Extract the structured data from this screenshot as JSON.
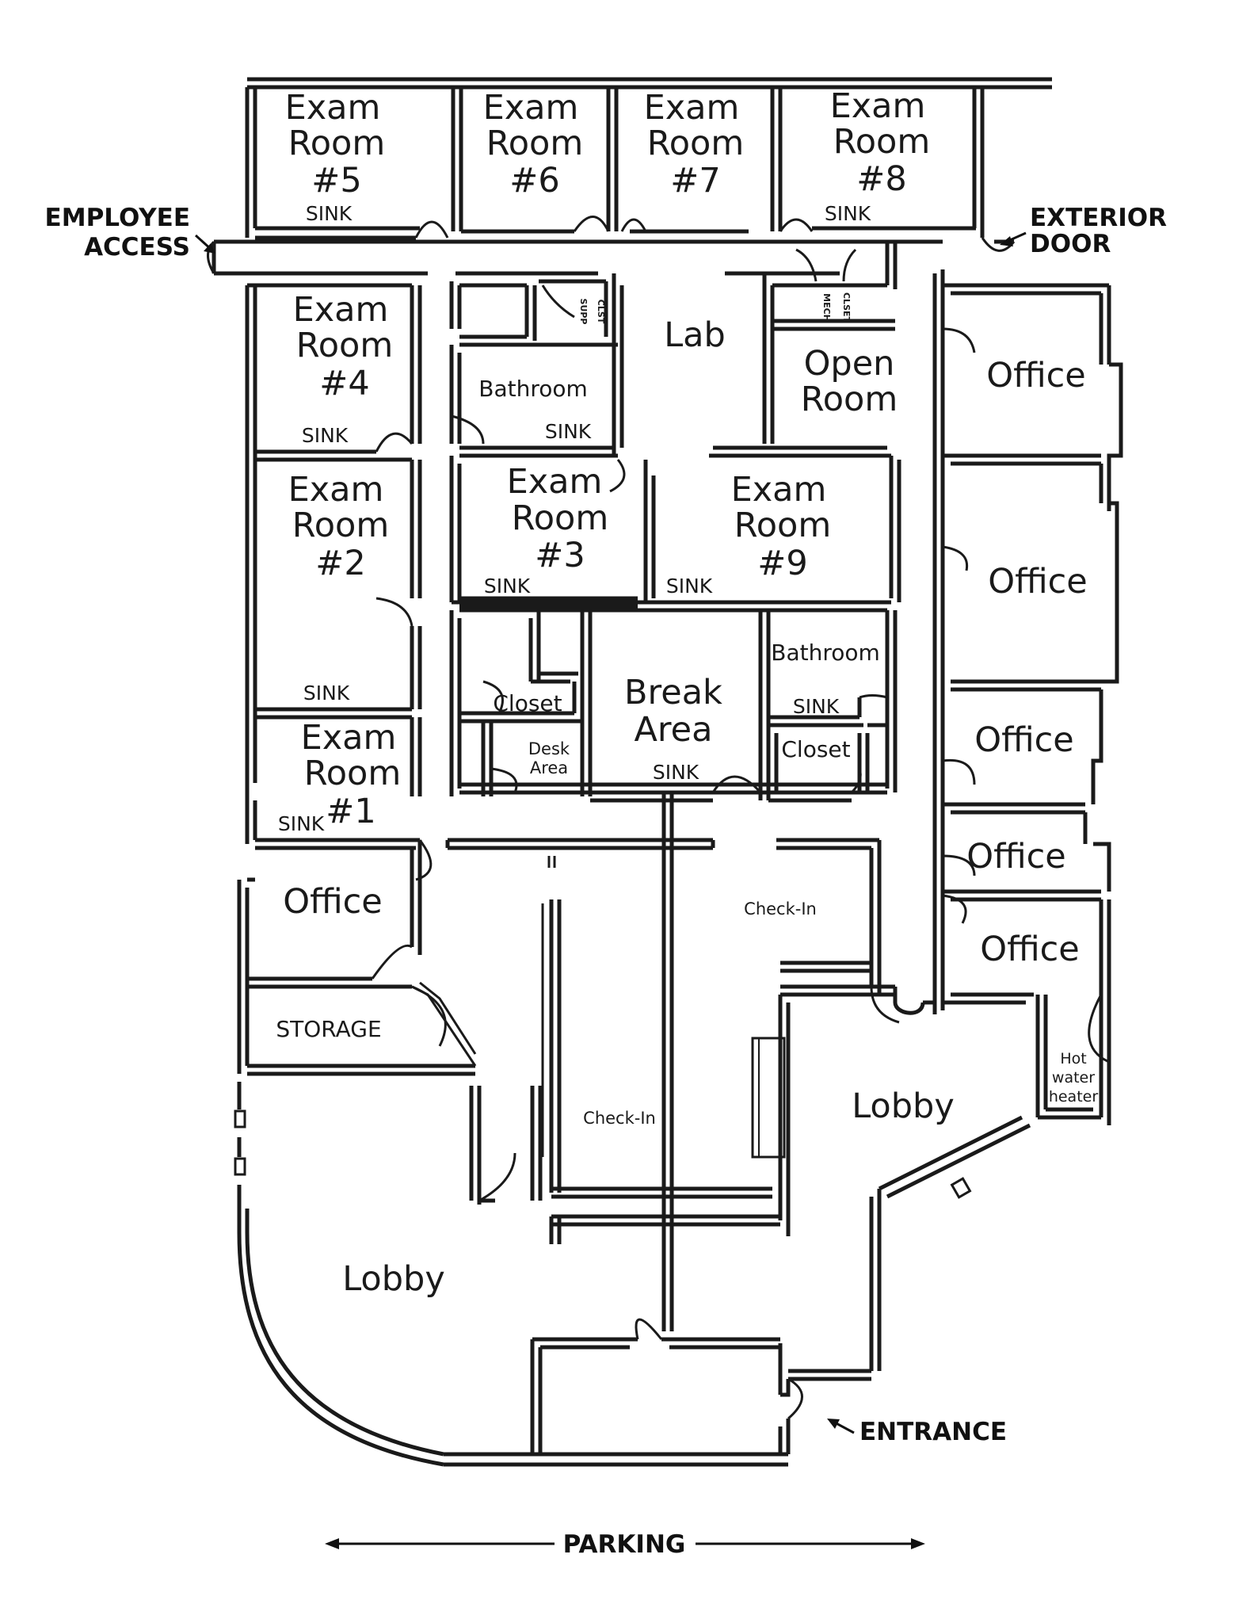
{
  "rooms": {
    "exam5": [
      "Exam",
      "Room",
      "#5"
    ],
    "exam6": [
      "Exam",
      "Room",
      "#6"
    ],
    "exam7": [
      "Exam",
      "Room",
      "#7"
    ],
    "exam8": [
      "Exam",
      "Room",
      "#8"
    ],
    "exam4": [
      "Exam",
      "Room",
      "#4"
    ],
    "exam2": [
      "Exam",
      "Room",
      "#2"
    ],
    "exam1": [
      "Exam",
      "Room",
      "#1"
    ],
    "exam3": [
      "Exam",
      "Room",
      "#3"
    ],
    "exam9": [
      "Exam",
      "Room",
      "#9"
    ],
    "lab": "Lab",
    "open_room": [
      "Open",
      "Room"
    ],
    "bathroom_a": "Bathroom",
    "bathroom_b": "Bathroom",
    "break_area": [
      "Break",
      "Area"
    ],
    "closet_a": "Closet",
    "closet_b": "Closet",
    "desk_area": [
      "Desk",
      "Area"
    ],
    "office_left": "Office",
    "offices_right": [
      "Office",
      "Office",
      "Office",
      "Office",
      "Office"
    ],
    "storage": "STORAGE",
    "check_in_upper": "Check-In",
    "check_in_lower": "Check-In",
    "lobby_right": "Lobby",
    "lobby_left": "Lobby",
    "hot_water_heater": [
      "Hot",
      "water",
      "heater"
    ],
    "sink": "SINK",
    "small_closet_a": [
      "SUPP",
      "CLST"
    ],
    "small_closet_b": [
      "MECH",
      "CLSET"
    ]
  },
  "callouts": {
    "employee_access": [
      "EMPLOYEE",
      "ACCESS"
    ],
    "exterior_door": [
      "EXTERIOR",
      "DOOR"
    ],
    "entrance": "ENTRANCE",
    "parking": "PARKING"
  }
}
